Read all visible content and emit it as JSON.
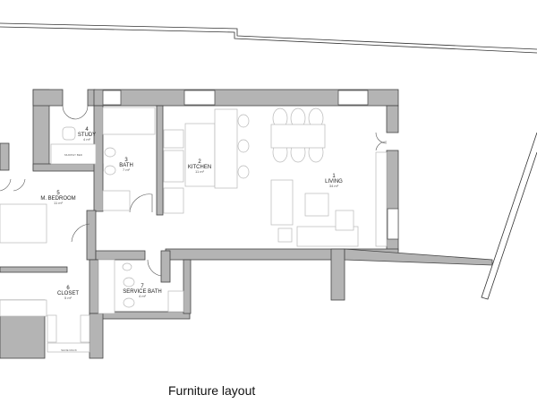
{
  "title": "Furniture layout",
  "rooms": [
    {
      "number": "1",
      "name": "LIVING",
      "area": "34 m²"
    },
    {
      "number": "2",
      "name": "KITCHEN",
      "area": "11 m²"
    },
    {
      "number": "3",
      "name": "BATH",
      "area": "7 m²"
    },
    {
      "number": "4",
      "name": "STUDY",
      "area": "4 m²"
    },
    {
      "number": "5",
      "name": "M. BEDROOM",
      "area": "11 m²"
    },
    {
      "number": "6",
      "name": "CLOSET",
      "area": "5 m²"
    },
    {
      "number": "7",
      "name": "SERVICE BATH",
      "area": "4 m²"
    }
  ],
  "furniture_labels": {
    "murphy_bed": "MURPHY BED",
    "shoe_rack": "SHOE RACK"
  },
  "colors": {
    "wall": "#b4b4b4",
    "outline": "#444444",
    "furniture": "#b8b8b8"
  }
}
